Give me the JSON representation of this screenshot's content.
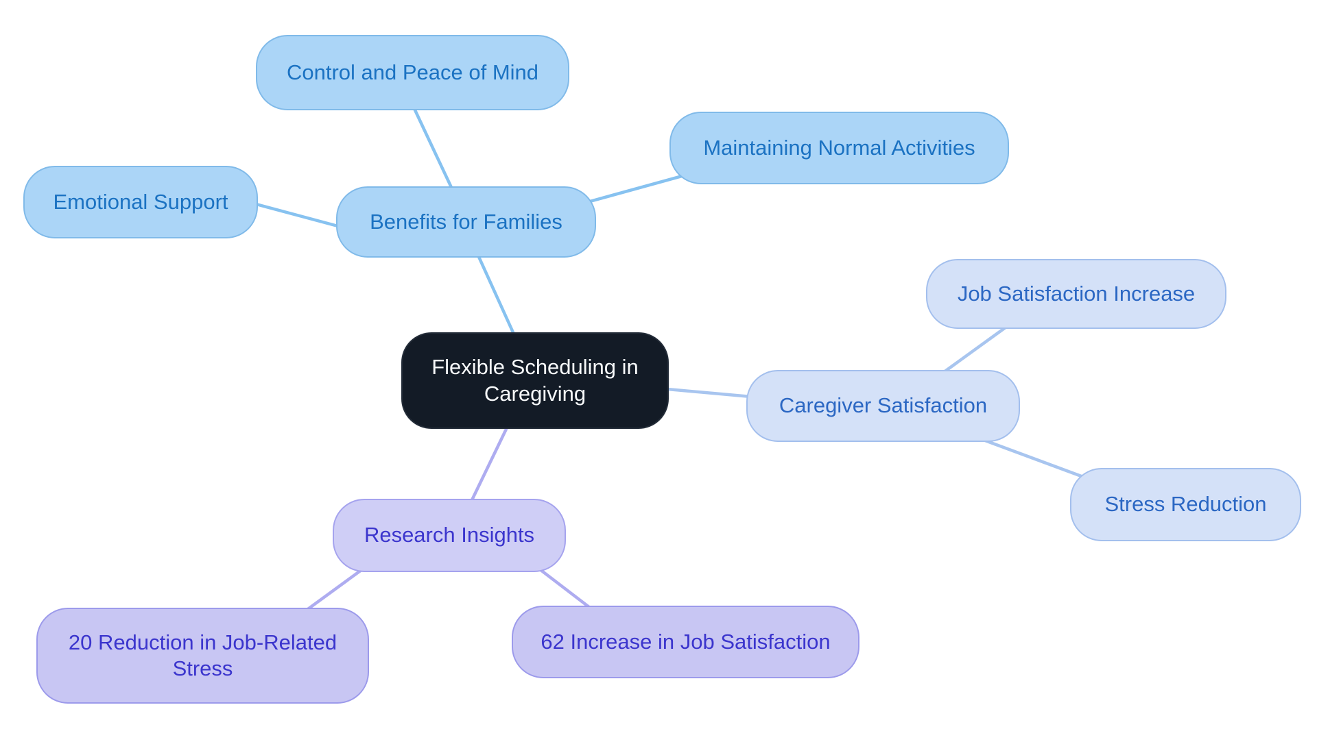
{
  "canvas": {
    "background_color": "#FFFFFF"
  },
  "mindmap": {
    "center": {
      "label": "Flexible Scheduling in Caregiving",
      "fill_color": "#131B26",
      "text_color": "#F7F9FA"
    },
    "branches": [
      {
        "label": "Benefits for Families",
        "node_fill": "#ABD5F7",
        "node_border": "#80BAE9",
        "text_color": "#1B72C2",
        "edge_color": "#87C2F0",
        "children": [
          {
            "label": "Control and Peace of Mind"
          },
          {
            "label": "Maintaining Normal Activities"
          },
          {
            "label": "Emotional Support"
          }
        ]
      },
      {
        "label": "Caregiver Satisfaction",
        "node_fill": "#D4E1F8",
        "node_border": "#A3BFED",
        "text_color": "#2B67C3",
        "edge_color": "#A8C5EF",
        "children": [
          {
            "label": "Job Satisfaction Increase"
          },
          {
            "label": "Stress Reduction"
          }
        ]
      },
      {
        "label": "Research Insights",
        "node_fill": "#CFCEF6",
        "node_border": "#A5A3EE",
        "child_fill": "#C8C6F3",
        "child_border": "#9C9AEB",
        "text_color": "#3B35CD",
        "edge_color": "#AEACF0",
        "children": [
          {
            "label": "20 Reduction in Job-Related Stress"
          },
          {
            "label": "62 Increase in Job Satisfaction"
          }
        ]
      }
    ]
  }
}
